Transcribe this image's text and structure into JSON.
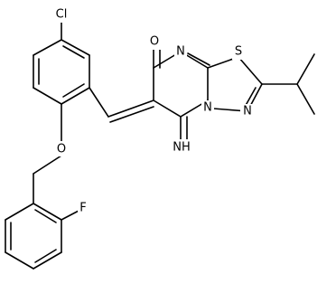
{
  "atoms": [
    {
      "id": "Cl",
      "label": "Cl"
    },
    {
      "id": "O_keto",
      "label": "O"
    },
    {
      "id": "N_top",
      "label": "N"
    },
    {
      "id": "S",
      "label": "S"
    },
    {
      "id": "N_bridge",
      "label": "N"
    },
    {
      "id": "N_low",
      "label": "N"
    },
    {
      "id": "NH",
      "label": "NH"
    },
    {
      "id": "O_ether",
      "label": "O"
    },
    {
      "id": "F",
      "label": "F"
    }
  ],
  "colors": {
    "bond": "#000000",
    "background": "#ffffff"
  }
}
